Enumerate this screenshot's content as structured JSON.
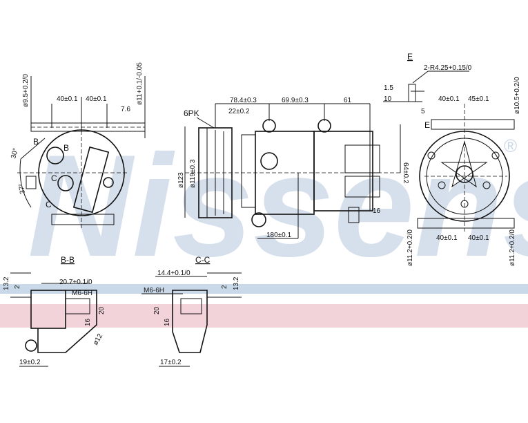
{
  "watermark": {
    "brand": "Nissens",
    "registered": "®",
    "band_blue": "#c9d9ea",
    "band_pink": "#f3d3da"
  },
  "front_view": {
    "dims": [
      "ø9.5+0.2/0",
      "40±0.1",
      "40±0.1",
      "7.6",
      "ø11+0.1/-0.05",
      "30°",
      "37°"
    ],
    "section_marks": [
      "B",
      "B",
      "C",
      "C"
    ]
  },
  "side_view": {
    "dims": [
      "6PK",
      "78.4±0.3",
      "69.9±0.3",
      "61",
      "22±0.2",
      "ø123",
      "ø119±0.3",
      "64±0.2",
      "16",
      "180±0.1"
    ]
  },
  "rear_view": {
    "dims": [
      "E",
      "2-R4.25+0.15/0",
      "1.5",
      "10",
      "5",
      "E",
      "40±0.1",
      "45±0.1",
      "ø10.5+0.2/0",
      "40±0.1",
      "40±0.1",
      "ø11.2+0.2/0",
      "ø11.2+0.2/0"
    ]
  },
  "section_bb": {
    "title": "B-B",
    "dims": [
      "13.2",
      "2",
      "20.7+0.1/0",
      "M6-6H",
      "20",
      "16",
      "ø12",
      "19±0.2"
    ]
  },
  "section_cc": {
    "title": "C-C",
    "dims": [
      "14.4+0.1/0",
      "M6-6H",
      "2",
      "13.2",
      "20",
      "16",
      "17±0.2"
    ]
  }
}
